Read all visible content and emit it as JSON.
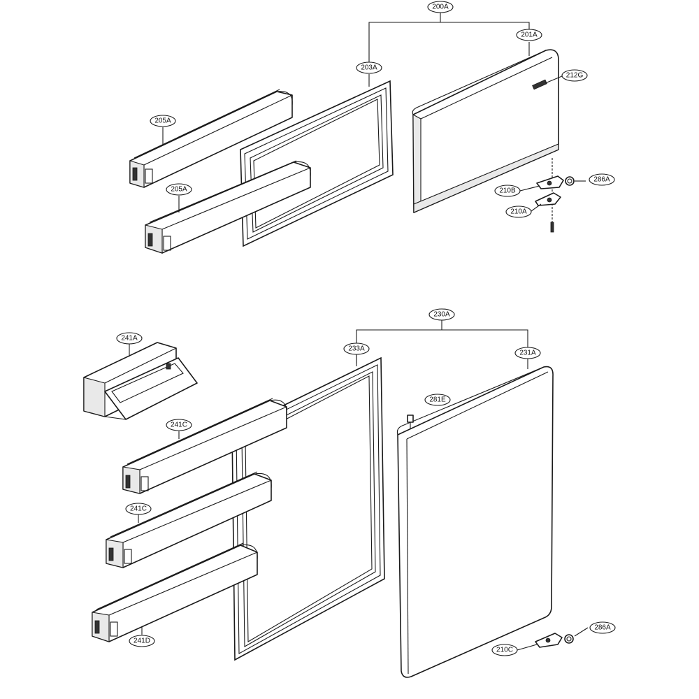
{
  "diagram": {
    "part_labels": {
      "l200A": "200A",
      "l201A": "201A",
      "l203A": "203A",
      "l212G": "212G",
      "l205A_1": "205A",
      "l205A_2": "205A",
      "l210B": "210B",
      "l286A_1": "286A",
      "l210A": "210A",
      "l230A": "230A",
      "l233A": "233A",
      "l231A": "231A",
      "l241A": "241A",
      "l281E": "281E",
      "l241C_1": "241C",
      "l241C_2": "241C",
      "l241D": "241D",
      "l286A_2": "286A",
      "l210C": "210C"
    }
  }
}
